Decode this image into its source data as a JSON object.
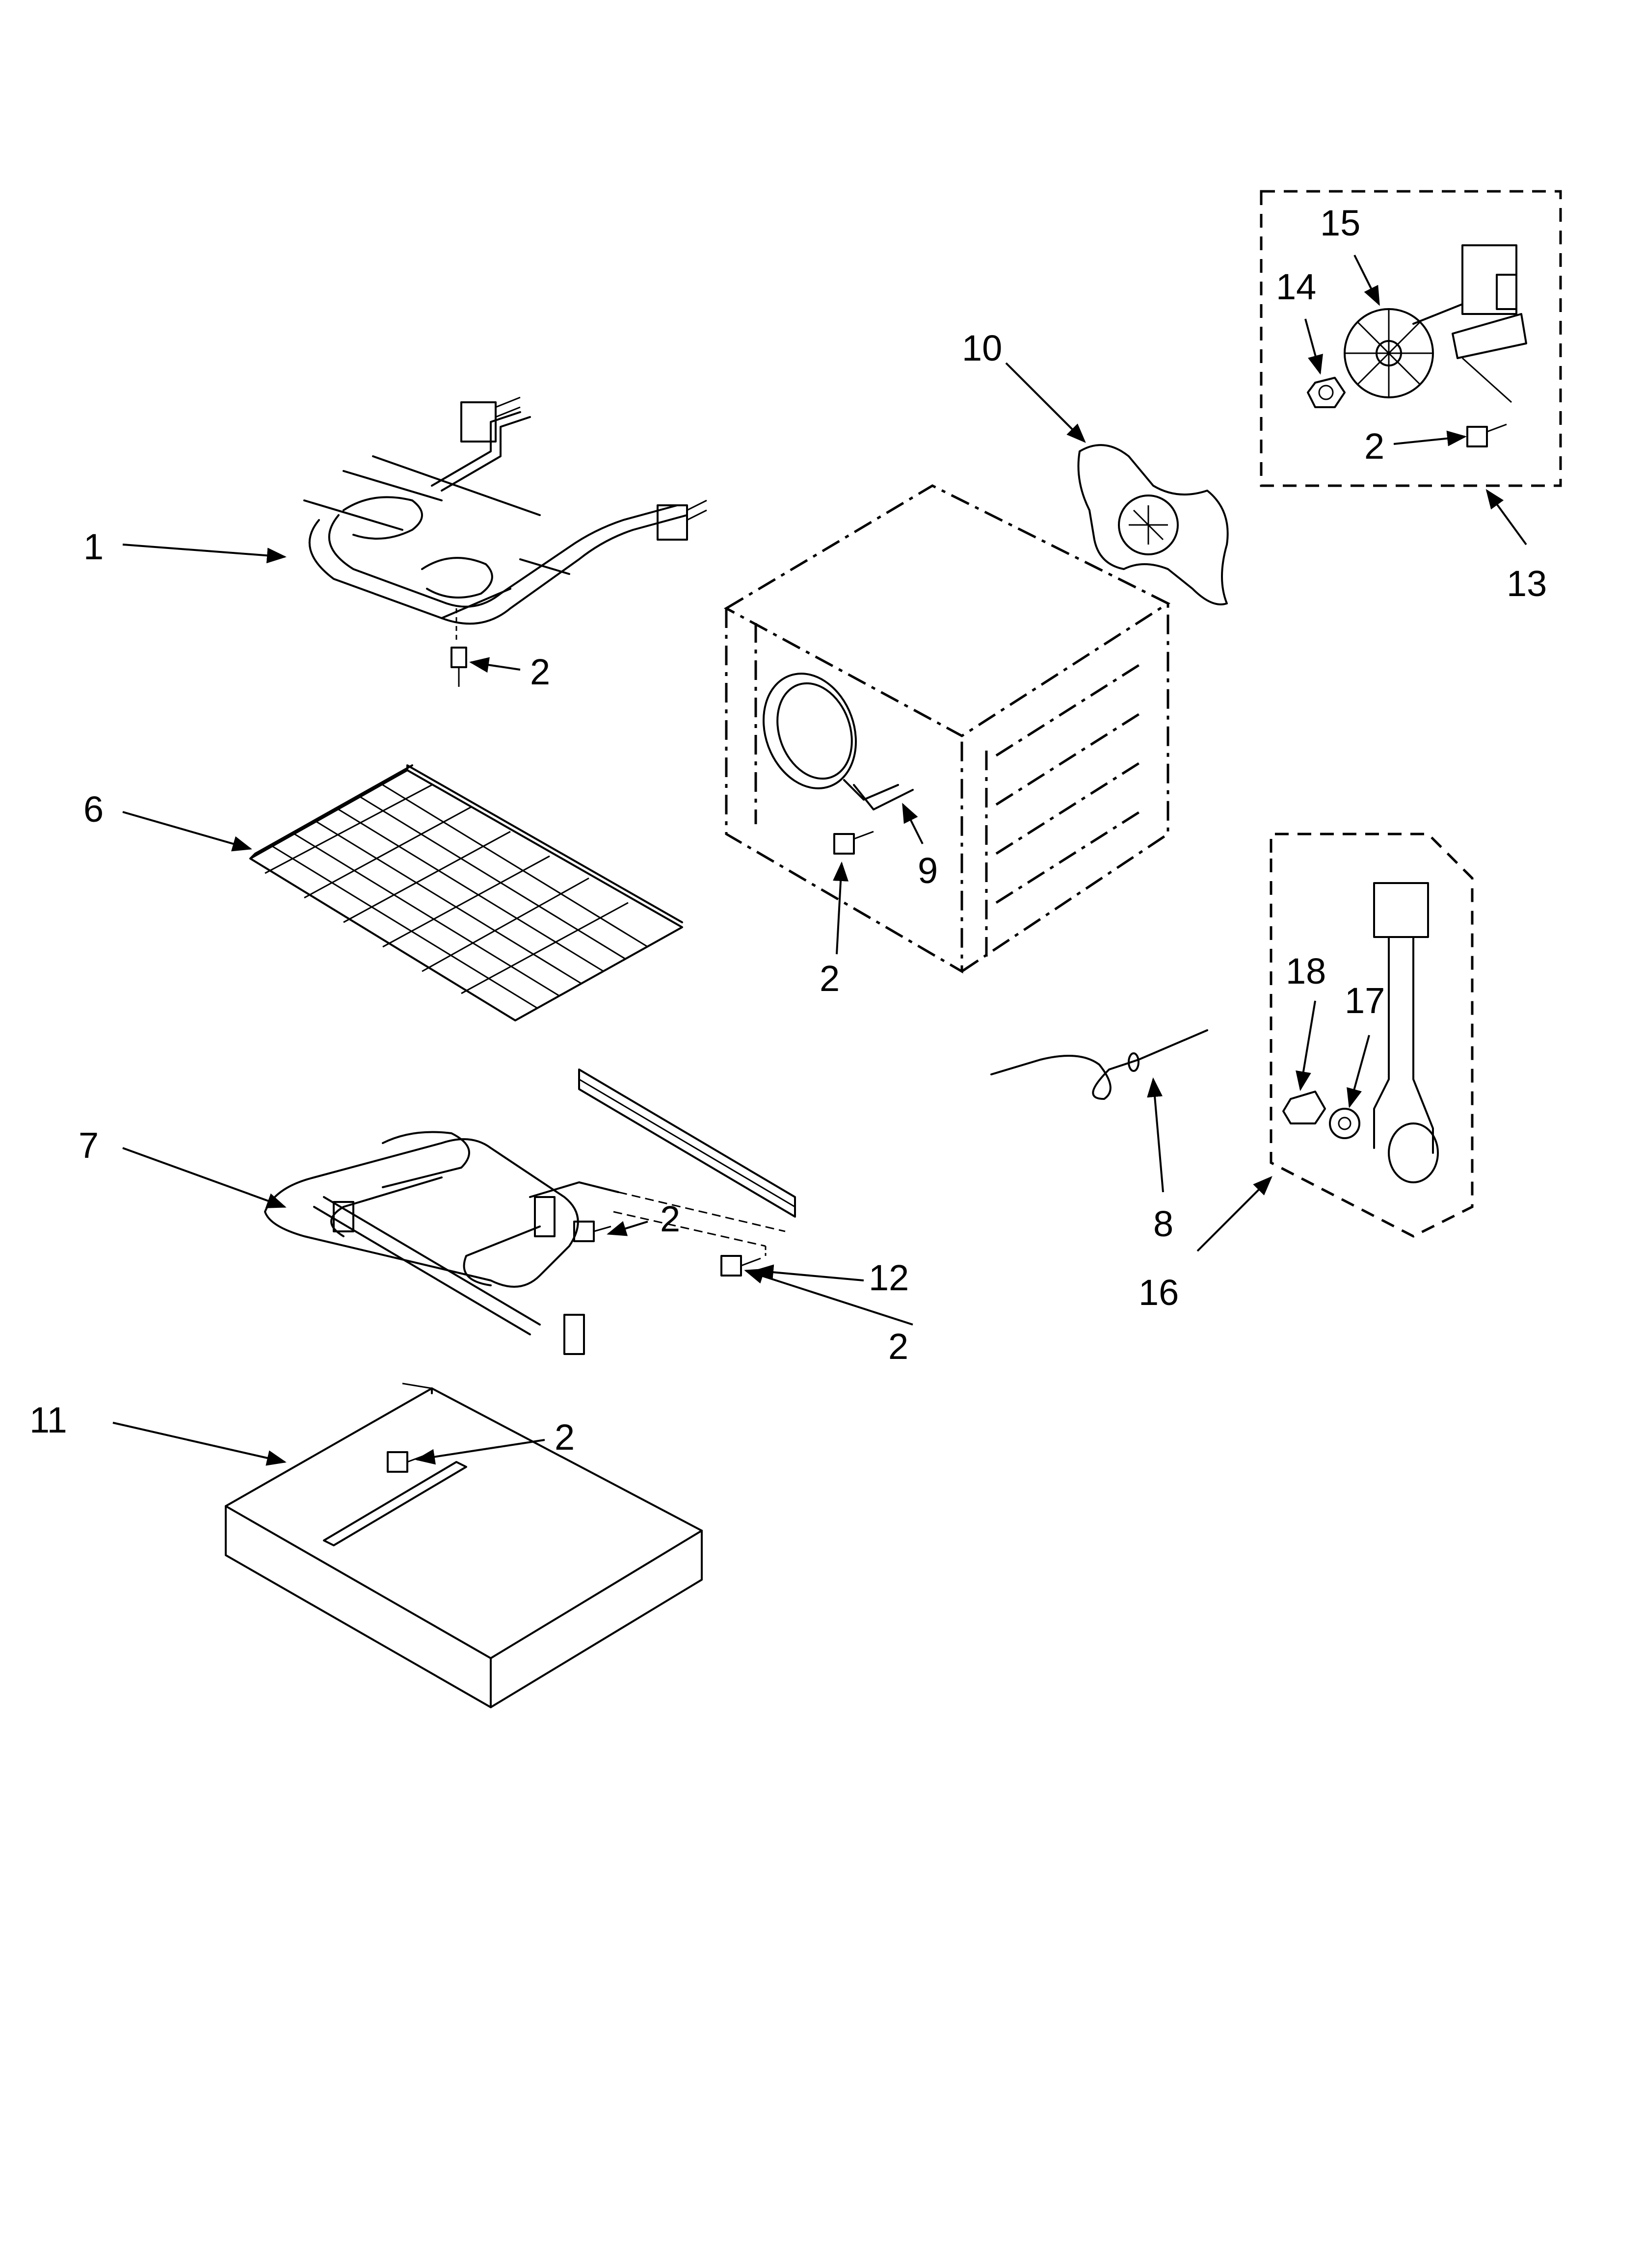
{
  "callouts": {
    "c1": "1",
    "c2a": "2",
    "c2b": "2",
    "c2c": "2",
    "c2d": "2",
    "c2e": "2",
    "c2f": "2",
    "c6": "6",
    "c7": "7",
    "c8": "8",
    "c9": "9",
    "c10": "10",
    "c11": "11",
    "c12": "12",
    "c13": "13",
    "c14": "14",
    "c15": "15",
    "c16": "16",
    "c17": "17",
    "c18": "18"
  }
}
